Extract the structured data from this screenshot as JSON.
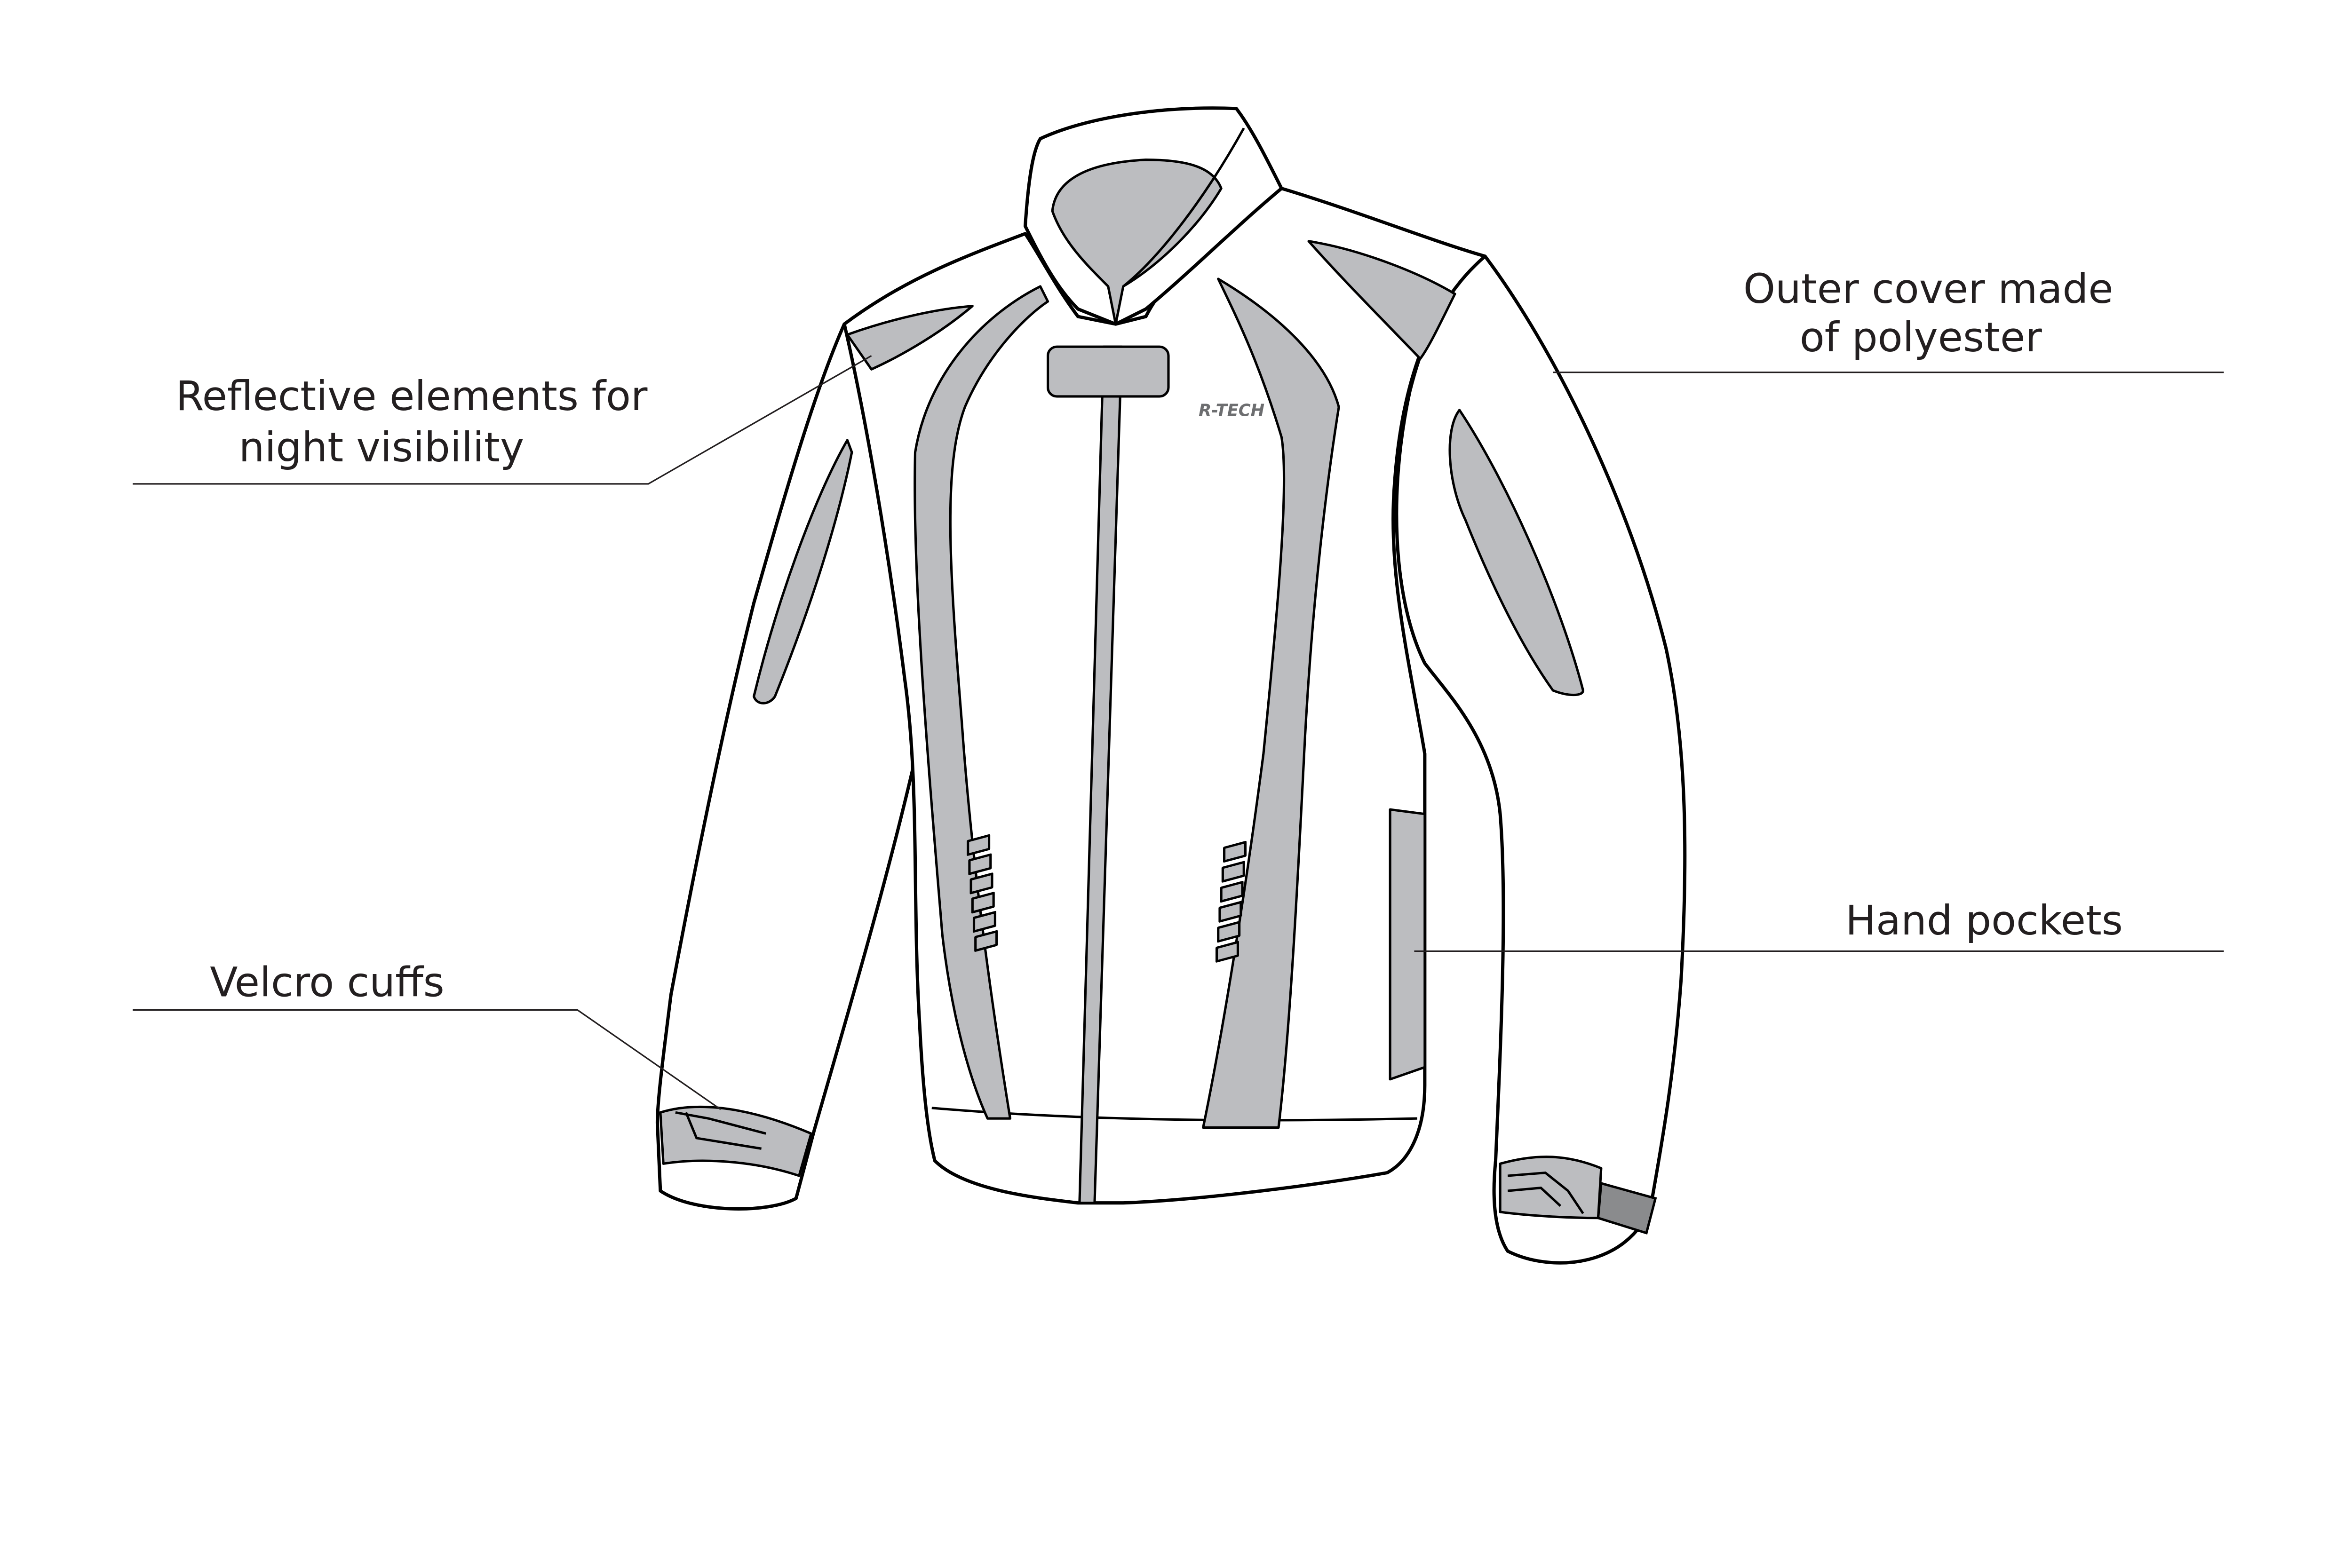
{
  "diagram": {
    "subject": "jacket",
    "brand_logo": "R-TECH",
    "colors": {
      "outline": "#000000",
      "panel_gray": "#bcbdc0",
      "strap_gray": "#8a8b8d",
      "text": "#231f20"
    },
    "callouts": [
      {
        "id": "reflective",
        "lines": [
          "Reflective elements for",
          "night visibility"
        ],
        "side": "left"
      },
      {
        "id": "velcro",
        "lines": [
          "Velcro cuffs"
        ],
        "side": "left"
      },
      {
        "id": "outer",
        "lines": [
          "Outer cover made",
          "of polyester"
        ],
        "side": "right"
      },
      {
        "id": "pockets",
        "lines": [
          "Hand pockets"
        ],
        "side": "right"
      }
    ]
  }
}
